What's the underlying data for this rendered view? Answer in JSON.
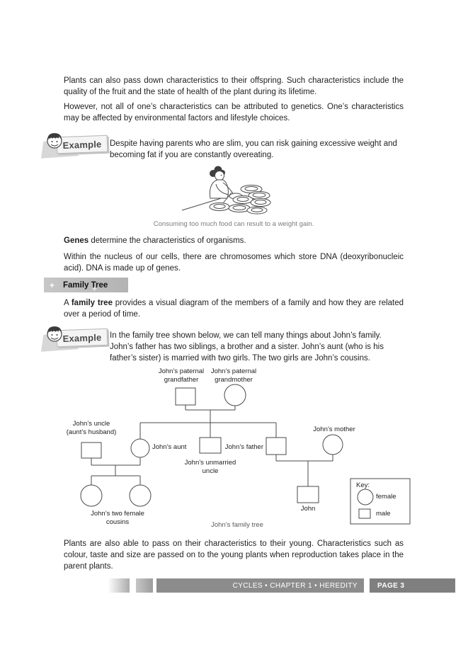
{
  "intro": {
    "p1": "Plants can also pass down characteristics to their offspring. Such characteristics include the quality of the fruit and the state of health of the plant during its lifetime.",
    "p2": "However, not all of one’s characteristics can be attributed to genetics. One’s characteristics may be affected by environmental factors and lifestyle choices."
  },
  "example1": {
    "badge": "Example",
    "text": "Despite having parents who are slim, you can risk gaining excessive weight and becoming fat if you are constantly overeating.",
    "caption": "Consuming too much food can result to a weight gain."
  },
  "genes": {
    "bold": "Genes",
    "rest": " determine the characteristics of organisms.",
    "p2": "Within the nucleus of our cells, there are chromosomes which store DNA (deoxyribonucleic acid). DNA is made up of genes."
  },
  "section": {
    "plus": "+",
    "title": "Family Tree",
    "intro_pre": "A ",
    "intro_bold": "family tree",
    "intro_post": " provides a visual diagram of the members of a family and how they are related over a period of time."
  },
  "example2": {
    "badge": "Example",
    "text": "In the family tree shown below, we can tell many things about John’s family. John’s father has two siblings, a brother and a sister. John’s aunt (who is his father’s sister) is married with two girls. The two girls are John’s cousins."
  },
  "tree": {
    "labels": {
      "grandfather_l1": "John’s paternal",
      "grandfather_l2": "grandfather",
      "grandmother_l1": "John’s paternal",
      "grandmother_l2": "grandmother",
      "uncle_l1": "John’s uncle",
      "uncle_l2": "(aunt’s husband)",
      "aunt": "John’s aunt",
      "unmarried_uncle_l1": "John’s unmarried",
      "unmarried_uncle_l2": "uncle",
      "father": "John’s father",
      "mother": "John’s mother",
      "cousins_l1": "John’s two female",
      "cousins_l2": "cousins",
      "john": "John",
      "caption": "John’s family tree"
    },
    "key": {
      "title": "Key:",
      "female": "female",
      "male": "male"
    }
  },
  "closing": "Plants are also able to pass on their characteristics to their young. Characteristics such as colour, taste and size are passed on to the young plants when reproduction takes place in the parent plants.",
  "footer": {
    "breadcrumb": "CYCLES • CHAPTER 1 • HEREDITY",
    "page": "PAGE 3"
  },
  "colors": {
    "section_band": "#bdbdbd",
    "footer_bar": "#8c8c8c",
    "footer_page_bg": "#7f7f7f",
    "footer_text": "#ffffff",
    "caption_gray": "#7d7d7d"
  }
}
